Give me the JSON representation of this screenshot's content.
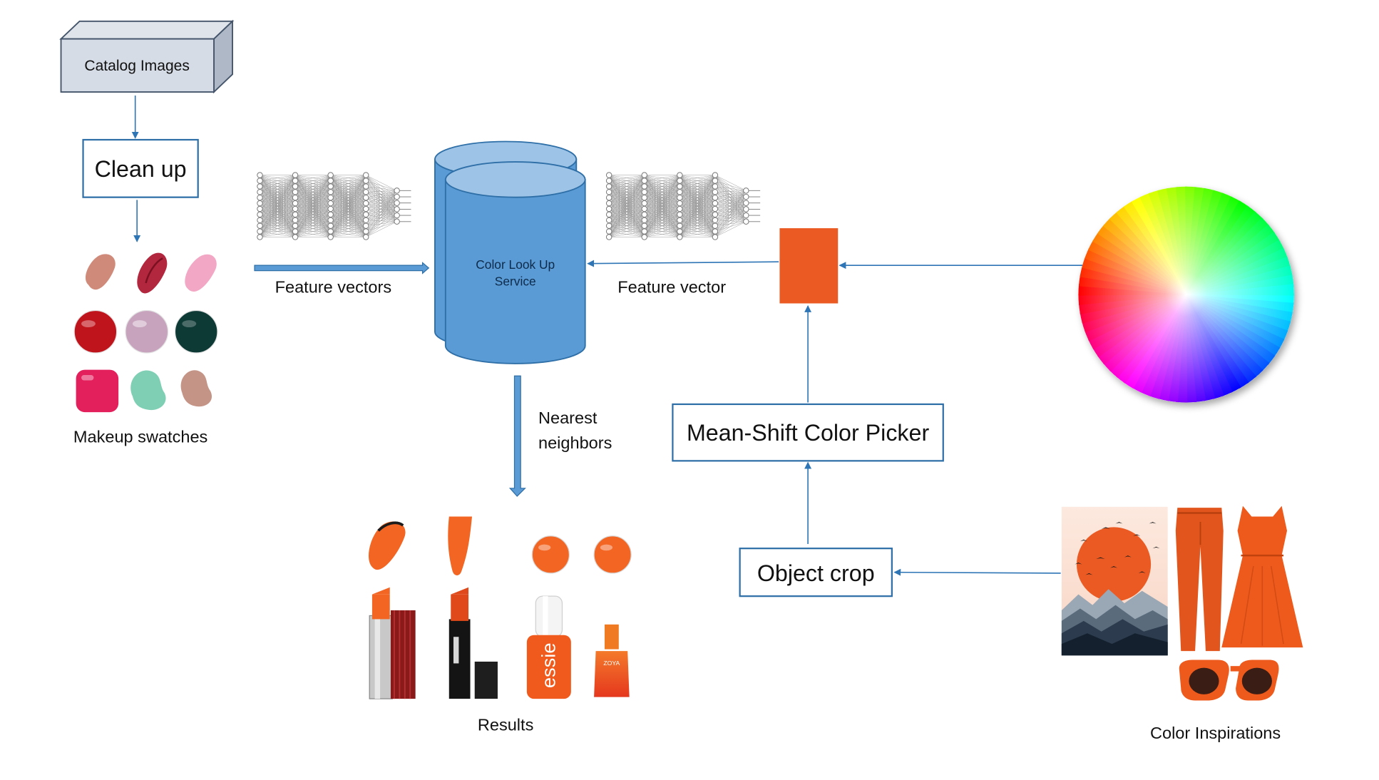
{
  "labels": {
    "catalog_images": "Catalog Images",
    "clean_up": "Clean up",
    "makeup_swatches": "Makeup swatches",
    "feature_vectors": "Feature vectors",
    "db_line1": "Color Look Up",
    "db_line2": "Service",
    "feature_vector": "Feature vector",
    "nearest_line1": "Nearest",
    "nearest_line2": "neighbors",
    "mean_shift": "Mean-Shift Color Picker",
    "object_crop": "Object crop",
    "results": "Results",
    "color_inspirations": "Color Inspirations",
    "essie_brand": "essie",
    "zoya_brand": "ZOYA"
  },
  "colors": {
    "accent_orange": "#ea5a22",
    "result_orange": "#f26522",
    "db_blue": "#5b9bd5",
    "db_top": "#9dc3e6",
    "arrow_blue": "#2e75b6",
    "box_border": "#2e6fa8",
    "cube_face": "#d6dce5",
    "cube_border": "#44546a"
  },
  "swatches": {
    "smears": [
      "#cf8a7a",
      "#b2273d",
      "#f2a8c4"
    ],
    "dots": [
      "#c0141c",
      "#c7a3bd",
      "#0e3a36"
    ],
    "blobs": [
      "#e31f5c",
      "#7fcfb5",
      "#c49487"
    ]
  }
}
